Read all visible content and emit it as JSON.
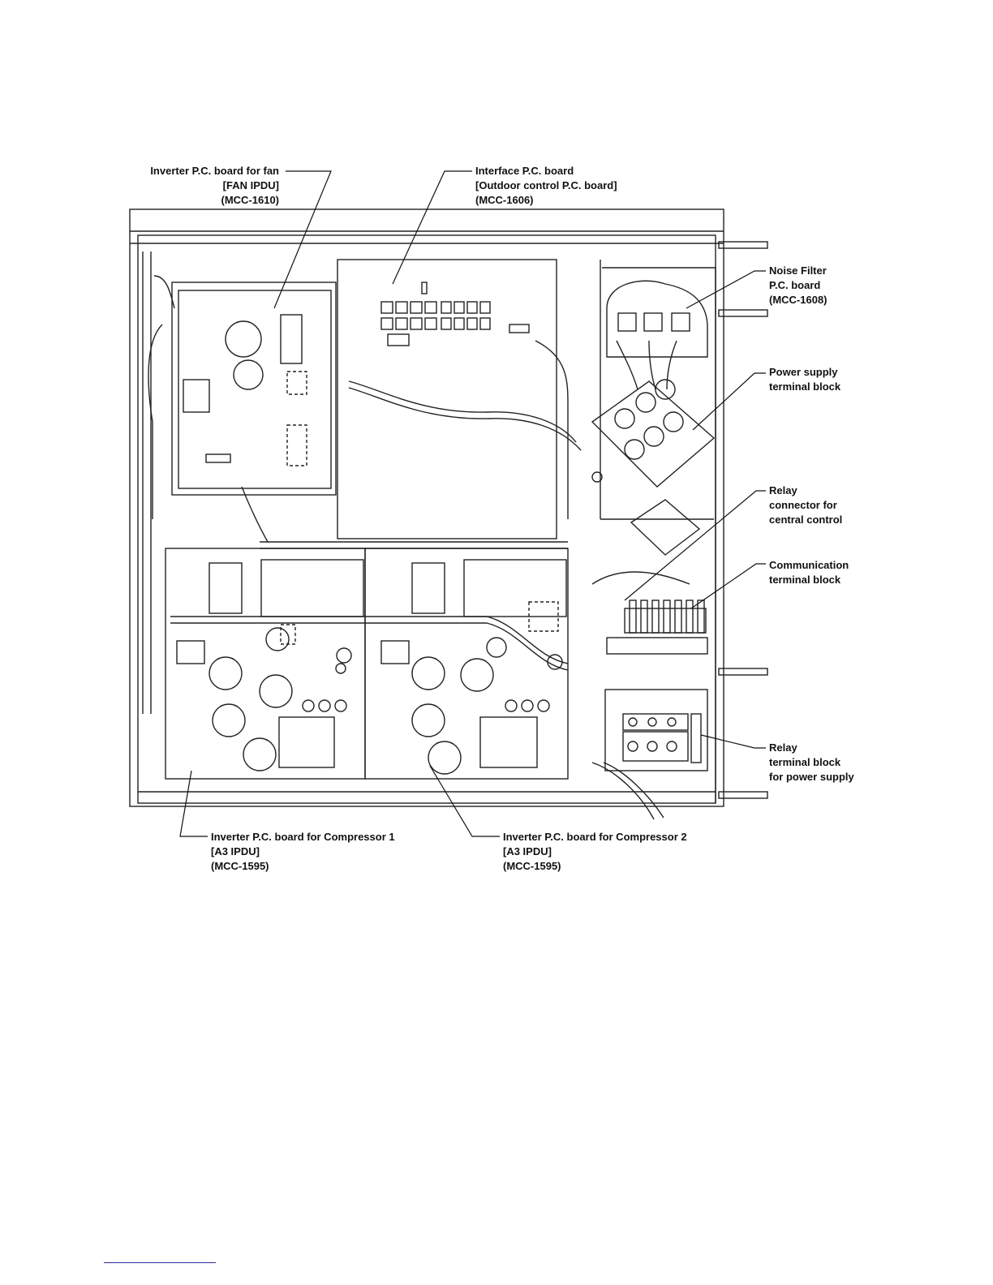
{
  "labels": {
    "fan_ipdu": [
      "Inverter P.C. board for fan",
      "[FAN IPDU]",
      "(MCC-1610)"
    ],
    "interface": [
      "Interface P.C. board",
      "[Outdoor control P.C. board]",
      "(MCC-1606)"
    ],
    "noise_filter": [
      "Noise Filter",
      "P.C. board",
      "(MCC-1608)"
    ],
    "power_tb": [
      "Power supply",
      "terminal block"
    ],
    "relay_connector": [
      "Relay",
      "connector  for",
      "central  control"
    ],
    "comm_tb": [
      "Communication",
      "terminal  block"
    ],
    "relay_tb": [
      "Relay",
      "terminal  block",
      "for  power  supply"
    ],
    "comp1": [
      "Inverter P.C. board for Compressor 1",
      "[A3 IPDU]",
      "(MCC-1595)"
    ],
    "comp2": [
      "Inverter P.C. board for Compressor 2",
      "[A3 IPDU]",
      "(MCC-1595)"
    ]
  }
}
